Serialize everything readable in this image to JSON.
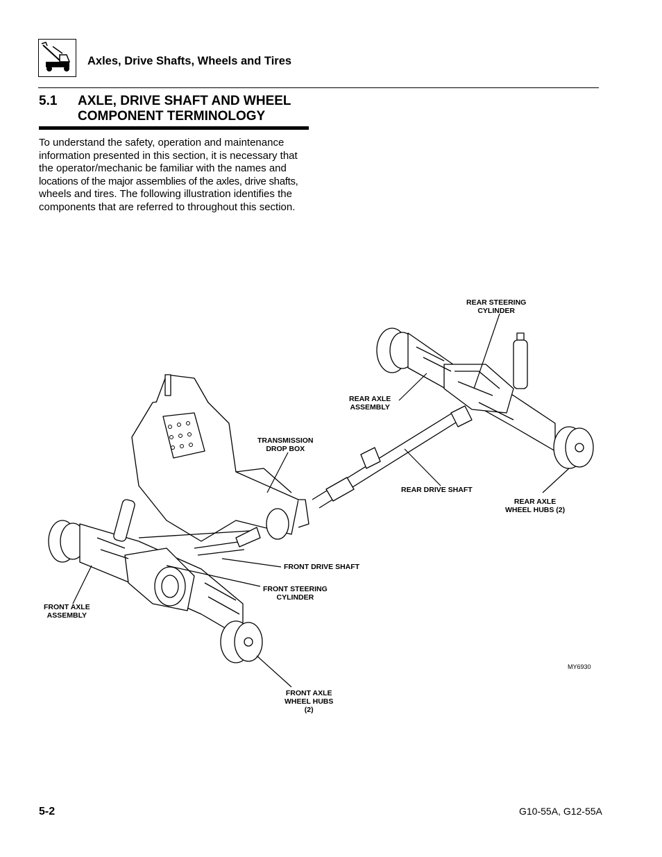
{
  "header": {
    "logo_icon": "hand-truck-icon",
    "title": "Axles, Drive Shafts, Wheels and Tires"
  },
  "section": {
    "number": "5.1",
    "title_line1": "AXLE, DRIVE SHAFT AND WHEEL",
    "title_line2": "COMPONENT TERMINOLOGY"
  },
  "intro": {
    "lines": [
      "To understand the safety, operation and maintenance",
      "information presented in this section, it is necessary that",
      "the operator/mechanic be familiar with the names and",
      "locations of the major assemblies of the axles, drive shafts,",
      "wheels and tires. The following illustration identifies the",
      "components that are referred to throughout this section."
    ]
  },
  "figure": {
    "labels": {
      "rear_steering_cylinder": [
        "REAR STEERING",
        "CYLINDER"
      ],
      "rear_axle_assembly": [
        "REAR AXLE",
        "ASSEMBLY"
      ],
      "transmission_drop_box": [
        "TRANSMISSION",
        "DROP BOX"
      ],
      "rear_drive_shaft": [
        "REAR DRIVE SHAFT"
      ],
      "rear_axle_wheel_hubs": [
        "REAR AXLE",
        "WHEEL HUBS (2)"
      ],
      "front_drive_shaft": [
        "FRONT DRIVE SHAFT"
      ],
      "front_steering_cylinder": [
        "FRONT STEERING",
        "CYLINDER"
      ],
      "front_axle_assembly": [
        "FRONT AXLE",
        "ASSEMBLY"
      ],
      "front_axle_wheel_hubs": [
        "FRONT AXLE",
        "WHEEL HUBS",
        "(2)"
      ]
    },
    "figure_id": "MY6930"
  },
  "footer": {
    "page_number": "5-2",
    "model": "G10-55A, G12-55A"
  }
}
